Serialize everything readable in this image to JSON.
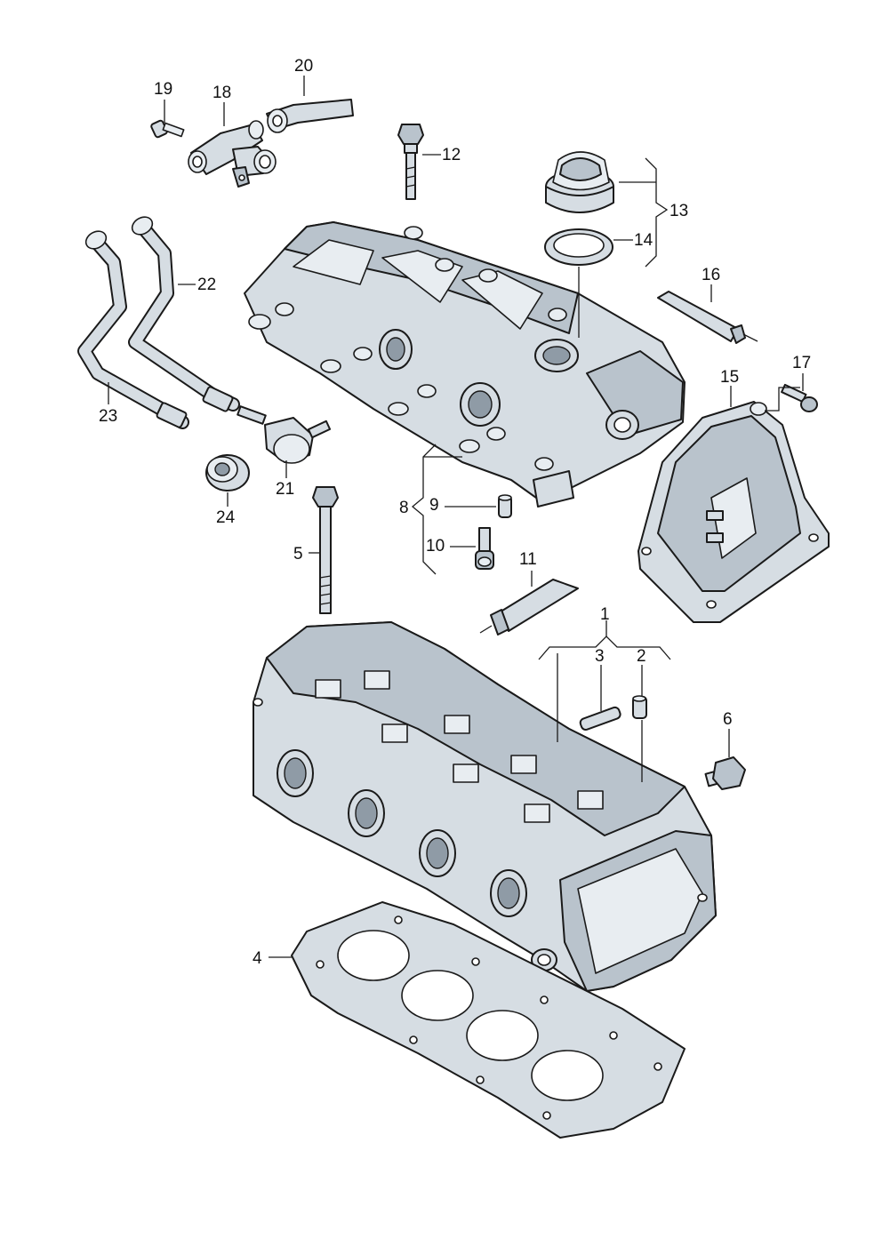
{
  "callouts": {
    "c1": "1",
    "c2": "2",
    "c3": "3",
    "c4": "4",
    "c5": "5",
    "c6": "6",
    "c8": "8",
    "c9": "9",
    "c10": "10",
    "c11": "11",
    "c12": "12",
    "c13": "13",
    "c14": "14",
    "c15": "15",
    "c16": "16",
    "c17": "17",
    "c18": "18",
    "c19": "19",
    "c20": "20",
    "c21": "21",
    "c22": "22",
    "c23": "23",
    "c24": "24"
  },
  "colors": {
    "part_fill": "#d6dde3",
    "outline": "#1a1a1a"
  }
}
